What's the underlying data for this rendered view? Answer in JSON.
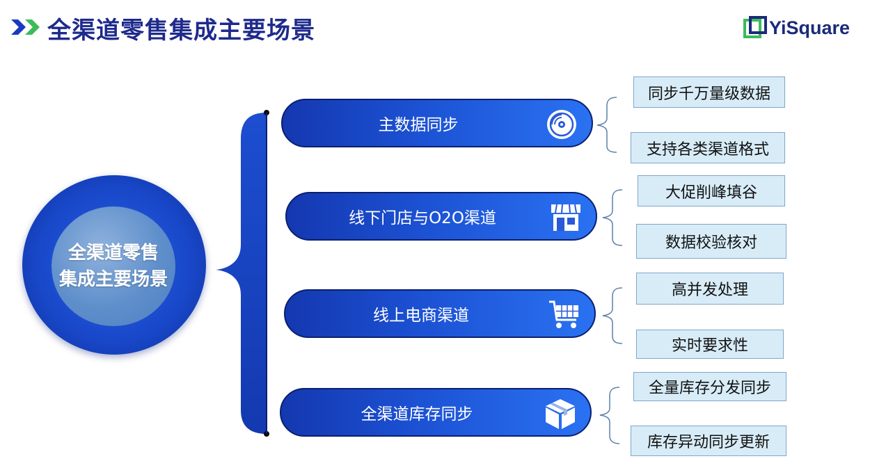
{
  "header": {
    "title": "全渠道零售集成主要场景",
    "logo_text": "YiSquare"
  },
  "hub": {
    "line1": "全渠道零售",
    "line2": "集成主要场景"
  },
  "scenarios": [
    {
      "label": "主数据同步",
      "icon": "disc-icon",
      "tags": [
        "同步千万量级数据",
        "支持各类渠道格式"
      ]
    },
    {
      "label": "线下门店与O2O渠道",
      "icon": "storefront-icon",
      "tags": [
        "大促削峰填谷",
        "数据校验核对"
      ]
    },
    {
      "label": "线上电商渠道",
      "icon": "shopping-cart-icon",
      "tags": [
        "高并发处理",
        "实时要求性"
      ]
    },
    {
      "label": "全渠道库存同步",
      "icon": "package-box-icon",
      "tags": [
        "全量库存分发同步",
        "库存异动同步更新"
      ]
    }
  ],
  "colors": {
    "title": "#1e2a8c",
    "pill_dark": "#1438b0",
    "pill_light": "#2a72f2",
    "tag_fill": "#d8ecf8",
    "arrow_blue": "#1a3bbf",
    "arrow_green": "#3dbb5a"
  }
}
